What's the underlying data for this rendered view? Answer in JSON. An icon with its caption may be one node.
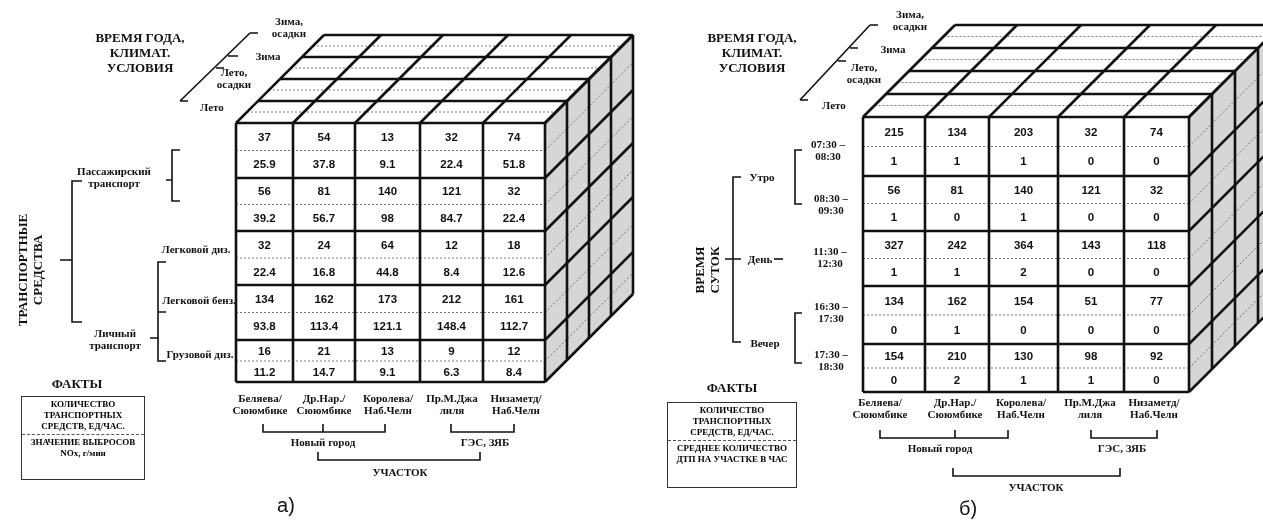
{
  "diagram": {
    "nodes": [
      {
        "text": [
          "КОЛИЧЕСТВО ТРАНСПОРТНЫХ СРЕДСТВ, ЕД/ЧАС.",
          "ЗНАЧЕНИЕ ВЫБРОСОВ NOx, г/мин"
        ]
      },
      {
        "text": [
          "КОЛИЧЕСТВО ТРАНСПОРТНЫХ СРЕДСТВ, ЕД/ЧАС.",
          "СРЕДНЕЕ КОЛИЧЕСТВО ДТП НА УЧАСТКЕ В ЧАС"
        ]
      }
    ],
    "labels": [
      "ВРЕМЯ ГОДА, КЛИМАТ. УСЛОВИЯ",
      "Зима, осадки",
      "Зима",
      "Лето, осадки",
      "Лето",
      "Пассажирский транспорт",
      "ТРАНСПОРТНЫЕ СРЕДСТВА",
      "Легковой диз.",
      "Легковой бенз.",
      "Личный транспорт",
      "Грузовой диз.",
      "37",
      "54",
      "13",
      "32",
      "74",
      "25.9",
      "37.8",
      "9.1",
      "22.4",
      "51.8",
      "56",
      "81",
      "140",
      "121",
      "32",
      "39.2",
      "56.7",
      "98",
      "84.7",
      "22.4",
      "32",
      "24",
      "64",
      "12",
      "18",
      "22.4",
      "16.8",
      "44.8",
      "8.4",
      "12.6",
      "134",
      "162",
      "173",
      "212",
      "161",
      "93.8",
      "113.4",
      "121.1",
      "148.4",
      "112.7",
      "16",
      "21",
      "13",
      "9",
      "12",
      "11.2",
      "14.7",
      "9.1",
      "6.3",
      "8.4",
      "ФАКТЫ",
      "Беляева/ Сююмбике",
      "Др.Нар./ Сююмбике",
      "Королева/ Наб.Челн",
      "Пр.М.Джа лиля",
      "Низаметд/ Наб.Челн",
      "Новый город",
      "ГЭС, ЗЯБ",
      "УЧАСТОК",
      "а)",
      "ВРЕМЯ ГОДА, КЛИМАТ. УСЛОВИЯ",
      "Зима, осадки",
      "Зима",
      "Лето, осадки",
      "Лето",
      "ВРЕМЯ СУТОК",
      "Утро",
      "07:30 – 08:30",
      "08:30 – 09:30",
      "День",
      "11:30 – 12:30",
      "Вечер",
      "16:30 – 17:30",
      "17:30 – 18:30",
      "215",
      "134",
      "203",
      "32",
      "74",
      "1",
      "1",
      "1",
      "0",
      "0",
      "56",
      "81",
      "140",
      "121",
      "32",
      "1",
      "0",
      "1",
      "0",
      "0",
      "327",
      "242",
      "364",
      "143",
      "118",
      "1",
      "1",
      "2",
      "0",
      "0",
      "134",
      "162",
      "154",
      "51",
      "77",
      "0",
      "1",
      "0",
      "0",
      "0",
      "154",
      "210",
      "130",
      "98",
      "92",
      "0",
      "2",
      "1",
      "1",
      "0",
      "ФАКТЫ",
      "Беляева/ Сююмбике",
      "Др.Нар./ Сююмбике",
      "Королева/ Наб.Челн",
      "Пр.М.Джа лиля",
      "Низаметд/ Наб.Челн",
      "Новый город",
      "ГЭС, ЗЯБ",
      "УЧАСТОК",
      "б)"
    ]
  }
}
